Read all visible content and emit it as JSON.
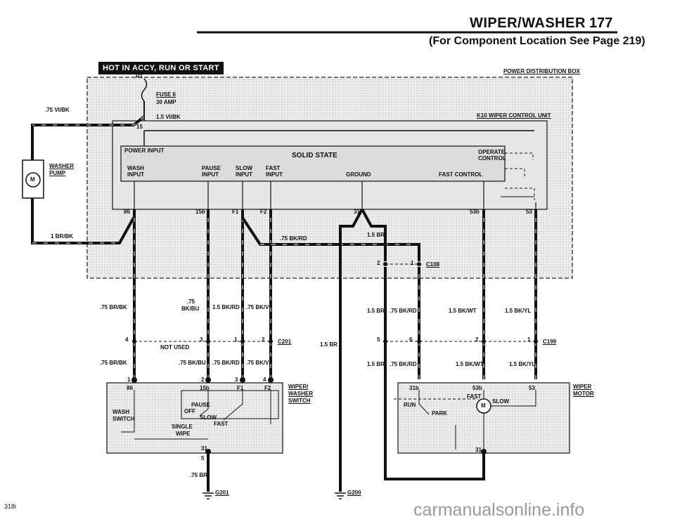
{
  "header": {
    "title": "WIPER/WASHER",
    "page_number": "177",
    "subtitle": "(For Component Location See Page 219)"
  },
  "power_label": "HOT IN ACCY, RUN OR START",
  "power_dist_box": "POWER DISTRIBUTION BOX",
  "fuse": {
    "name": "FUSE 6",
    "rating": "30 AMP",
    "r1": "R1"
  },
  "control_unit": {
    "name": "K10 WIPER CONTROL UNIT",
    "solid_state": "SOLID STATE",
    "power_input": "POWER INPUT",
    "operate_control": [
      "OPERATE",
      "CONTROL"
    ],
    "wash_input": [
      "WASH",
      "INPUT"
    ],
    "pause_input": [
      "PAUSE",
      "INPUT"
    ],
    "slow_input": [
      "SLOW",
      "INPUT"
    ],
    "fast_input": [
      "FAST",
      "INPUT"
    ],
    "ground": "GROUND",
    "fast_control": "FAST CONTROL",
    "pins": [
      "86",
      "15b",
      "F1",
      "F2",
      "31",
      "53b",
      "53",
      "15"
    ]
  },
  "washer_pump": {
    "name": [
      "WASHER",
      "PUMP"
    ],
    "motor_symbol": "M"
  },
  "wires": {
    "vi_bk_75": ".75 VI/BK",
    "vi_bk_15": "1.5 VI/BK",
    "br_bk_1": "1 BR/BK",
    "bk_rd_75": ".75 BK/RD",
    "br_15": "1.5 BR",
    "br_bk_75": ".75 BR/BK",
    "bk_bu_75": [
      ".75",
      "BK/BU"
    ],
    "bk_bu_75b": ".75 BK/BU",
    "bk_rd_15": "1.5 BK/RD",
    "bk_vi_75": ".75 BK/VI",
    "bk_rd_75b": ".75 BK/RD",
    "bk_wt_15": "1.5 BK/WT",
    "bk_yl_15": "1.5 BK/YL",
    "br_75": ".75 BR"
  },
  "connectors": {
    "c108": "C108",
    "c201": "C201",
    "c199": "C199",
    "not_used": "NOT USED"
  },
  "connector_pins": {
    "c108": [
      "2",
      "1"
    ],
    "c201": [
      "4",
      "3",
      "1",
      "2"
    ],
    "c199": [
      "5",
      "6",
      "2",
      "1"
    ],
    "switch": [
      "1",
      "2",
      "3",
      "4"
    ]
  },
  "switch": {
    "name": [
      "WIPER/",
      "WASHER",
      "SWITCH"
    ],
    "pins": [
      "86",
      "15b",
      "F1",
      "F2",
      "31",
      "5"
    ],
    "wash_switch": [
      "WASH",
      "SWITCH"
    ],
    "pause": "PAUSE",
    "off": "OFF",
    "slow": "SLOW",
    "fast": "FAST",
    "single_wipe": [
      "SINGLE",
      "WIPE"
    ]
  },
  "motor": {
    "name": [
      "WIPER",
      "MOTOR"
    ],
    "pins": [
      "31b",
      "53b",
      "53",
      "31"
    ],
    "fast": "FAST",
    "slow": "SLOW",
    "run": "RUN",
    "park": "PARK",
    "symbol": "M"
  },
  "grounds": {
    "g201": "G201",
    "g200": "G200"
  },
  "corner_code": "318i",
  "watermark": "carmanualsonline.info"
}
